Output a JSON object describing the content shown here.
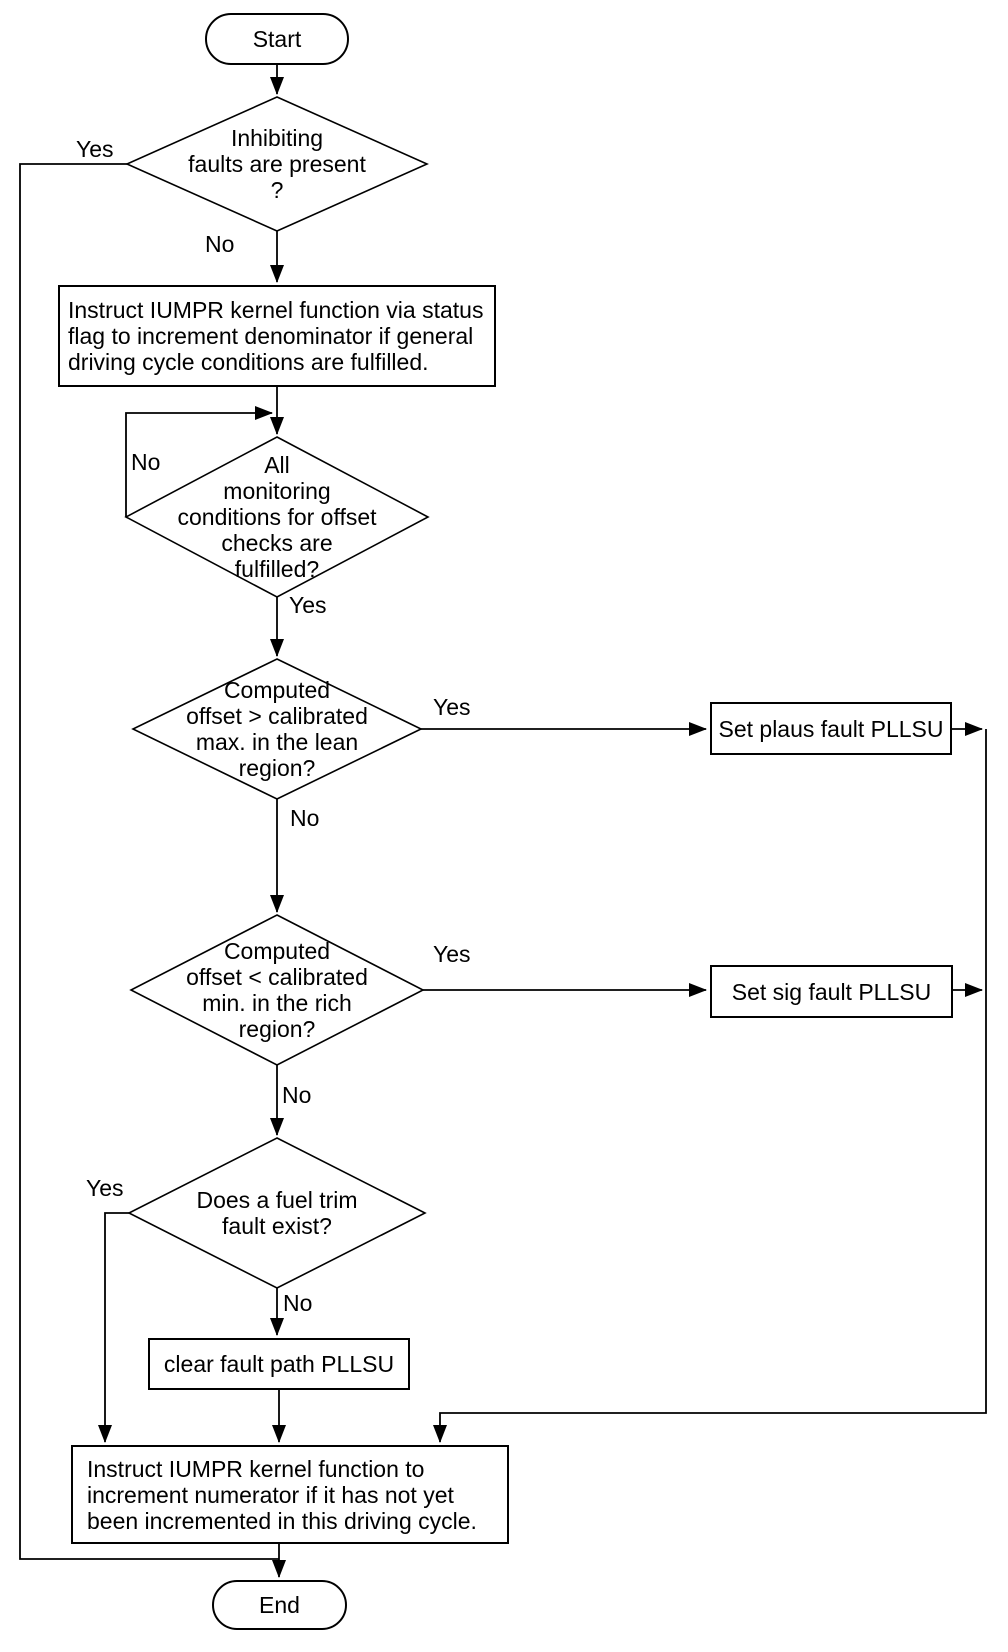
{
  "flowchart": {
    "colors": {
      "line": "#000000",
      "background": "#ffffff",
      "text": "#000000"
    },
    "nodes": {
      "start": {
        "label": "Start",
        "type": "terminator"
      },
      "inhibiting_decision": {
        "label": "Inhibiting\nfaults are present\n?",
        "type": "decision"
      },
      "increment_denominator": {
        "label": "Instruct IUMPR kernel function via status\nflag to increment denominator if general\ndriving cycle conditions are fulfilled.",
        "type": "process"
      },
      "monitoring_decision": {
        "label": "All\nmonitoring\nconditions for offset\nchecks are\nfulfilled?",
        "type": "decision"
      },
      "lean_decision": {
        "label": "Computed\noffset > calibrated\nmax. in the lean\nregion?",
        "type": "decision"
      },
      "set_plaus_fault": {
        "label": "Set plaus fault PLLSU",
        "type": "process"
      },
      "rich_decision": {
        "label": "Computed\noffset < calibrated\nmin. in the rich\nregion?",
        "type": "decision"
      },
      "set_sig_fault": {
        "label": "Set sig fault PLLSU",
        "type": "process"
      },
      "fuel_trim_decision": {
        "label": "Does a fuel trim\nfault exist?",
        "type": "decision"
      },
      "clear_fault_path": {
        "label": "clear fault path PLLSU",
        "type": "process"
      },
      "increment_numerator": {
        "label": "Instruct IUMPR kernel function to\nincrement numerator if it has not yet\nbeen incremented in this driving cycle.",
        "type": "process"
      },
      "end": {
        "label": "End",
        "type": "terminator"
      }
    },
    "edge_labels": {
      "inhibiting_yes": "Yes",
      "inhibiting_no": "No",
      "monitoring_no": "No",
      "monitoring_yes": "Yes",
      "lean_yes": "Yes",
      "lean_no": "No",
      "rich_yes": "Yes",
      "rich_no": "No",
      "fuel_trim_yes": "Yes",
      "fuel_trim_no": "No"
    }
  }
}
